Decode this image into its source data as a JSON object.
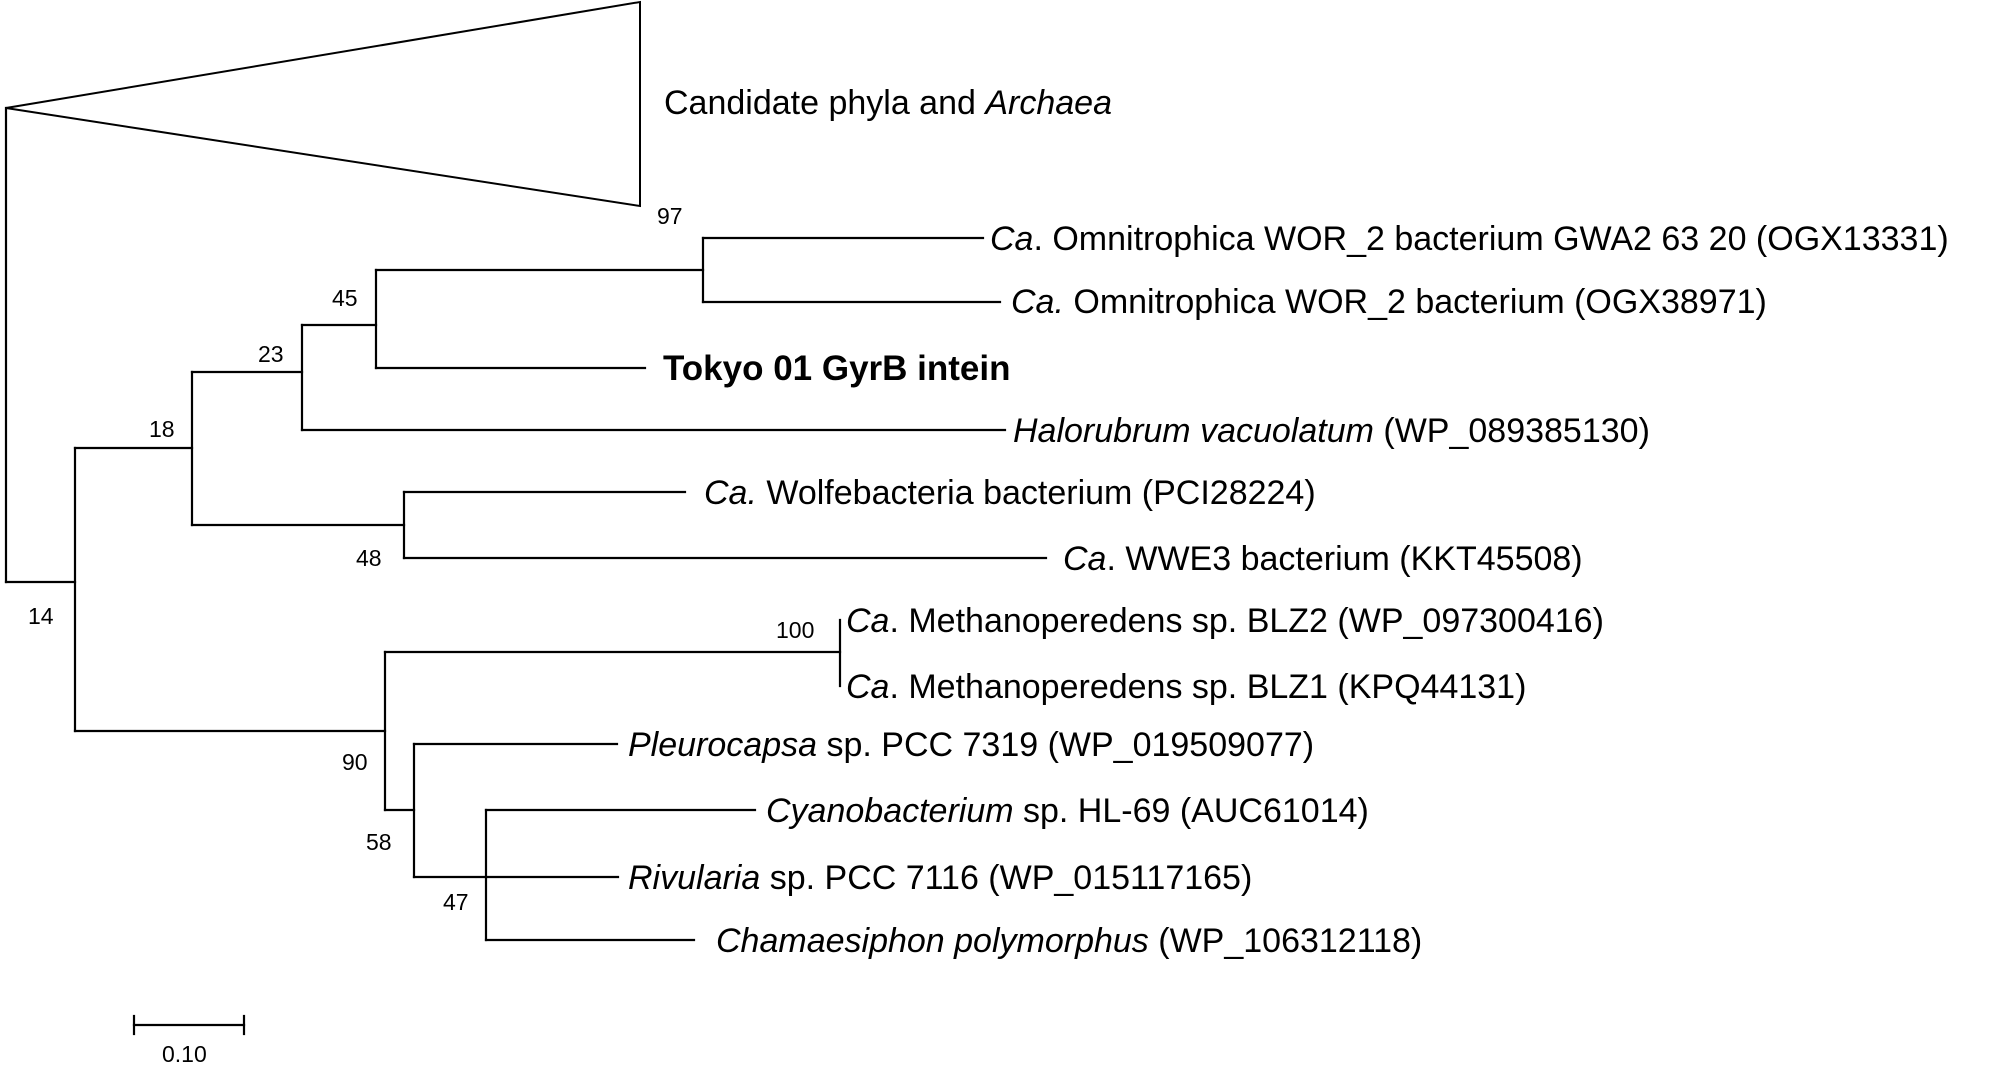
{
  "collapsed_clade": {
    "label_prefix": "Candidate phyla and ",
    "label_italic": "Archaea"
  },
  "taxa": {
    "omni_gwa2": {
      "italic": "Ca",
      "rest": ". Omnitrophica WOR_2 bacterium GWA2 63 20 (OGX13331)"
    },
    "omni_ogx38971": {
      "italic": "Ca.",
      "rest": " Omnitrophica WOR_2 bacterium (OGX38971)"
    },
    "tokyo": {
      "rest": "Tokyo 01 GyrB intein"
    },
    "halorubrum": {
      "italic": "Halorubrum vacuolatum",
      "rest": " (WP_089385130)"
    },
    "wolfebacteria": {
      "italic": "Ca.",
      "rest": " Wolfebacteria bacterium (PCI28224)"
    },
    "wwe3": {
      "italic": "Ca",
      "rest": ". WWE3 bacterium (KKT45508)"
    },
    "methano_blz2": {
      "italic": "Ca",
      "rest": ". Methanoperedens sp. BLZ2 (WP_097300416)"
    },
    "methano_blz1": {
      "italic": "Ca",
      "rest": ". Methanoperedens sp. BLZ1 (KPQ44131)"
    },
    "pleurocapsa": {
      "italic": "Pleurocapsa",
      "rest": " sp. PCC 7319 (WP_019509077)"
    },
    "cyanobacterium": {
      "italic": "Cyanobacterium",
      "rest": " sp. HL-69 (AUC61014)"
    },
    "rivularia": {
      "italic": "Rivularia",
      "rest": " sp. PCC 7116 (WP_015117165)"
    },
    "chamaesiphon": {
      "italic": "Chamaesiphon polymorphus",
      "rest": "  (WP_106312118)"
    }
  },
  "bootstrap": {
    "n97": "97",
    "n45": "45",
    "n23": "23",
    "n18": "18",
    "n48": "48",
    "n14": "14",
    "n100": "100",
    "n90": "90",
    "n58": "58",
    "n47": "47"
  },
  "scale_bar": {
    "label": "0.10"
  }
}
